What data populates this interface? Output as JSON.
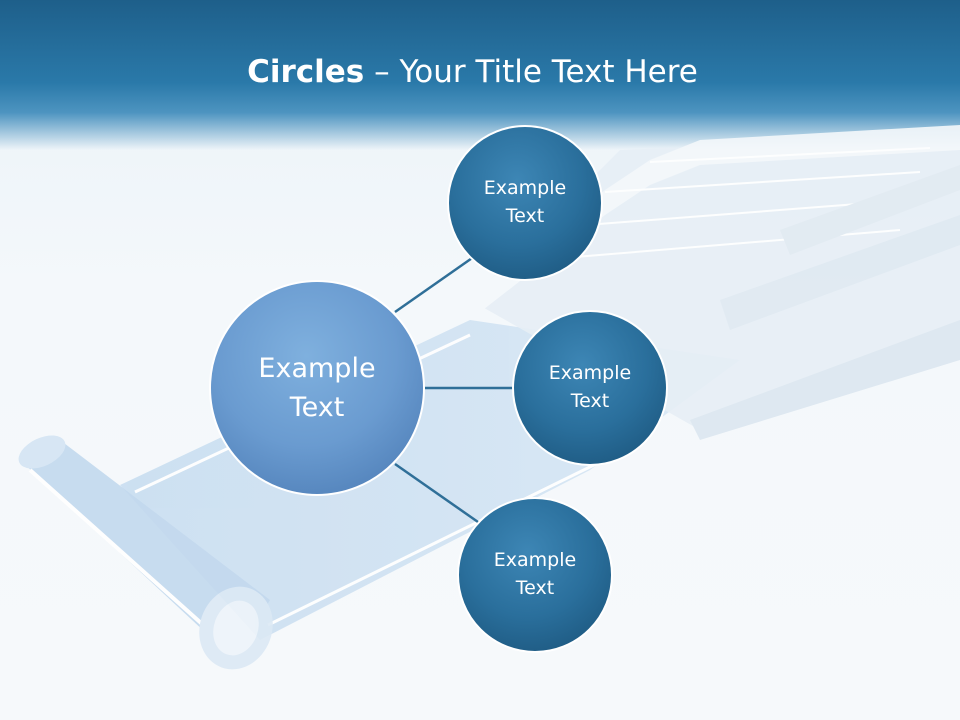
{
  "slide": {
    "title_bold": "Circles",
    "title_rest": " – Your Title Text Here"
  },
  "diagram": {
    "center": {
      "line1": "Example",
      "line2": "Text"
    },
    "nodes": [
      {
        "line1": "Example",
        "line2": "Text"
      },
      {
        "line1": "Example",
        "line2": "Text"
      },
      {
        "line1": "Example",
        "line2": "Text"
      }
    ]
  },
  "colors": {
    "header": "#2a79a9",
    "center_circle": "#6a9bd0",
    "node_circle": "#2a6f9c",
    "connector": "#2f6f98"
  }
}
